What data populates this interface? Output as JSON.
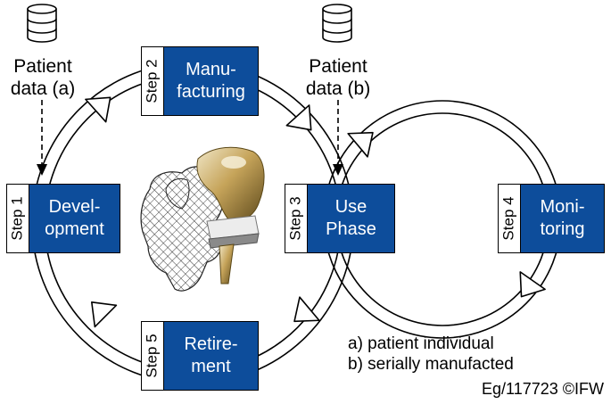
{
  "data_sources": [
    {
      "id": "a",
      "line1": "Patient",
      "line2": "data (a)",
      "icon": "database-icon"
    },
    {
      "id": "b",
      "line1": "Patient",
      "line2": "data (b)",
      "icon": "database-icon"
    }
  ],
  "steps": [
    {
      "id": "step1",
      "number_label": "Step 1",
      "line1": "Devel-",
      "line2": "opment"
    },
    {
      "id": "step2",
      "number_label": "Step 2",
      "line1": "Manu-",
      "line2": "facturing"
    },
    {
      "id": "step3",
      "number_label": "Step 3",
      "line1": "Use",
      "line2": "Phase"
    },
    {
      "id": "step4",
      "number_label": "Step 4",
      "line1": "Moni-",
      "line2": "toring"
    },
    {
      "id": "step5",
      "number_label": "Step 5",
      "line1": "Retire-",
      "line2": "ment"
    }
  ],
  "legend": {
    "a": "a) patient individual",
    "b": "b) serially manufacted"
  },
  "credit": "Eg/117723 ©IFW",
  "center_image": "knee-implant-illustration",
  "colors": {
    "step_fill": "#0d4d9b",
    "step_text": "#ffffff",
    "cycle_stroke": "#000000",
    "cycle_fill": "#ffffff"
  }
}
